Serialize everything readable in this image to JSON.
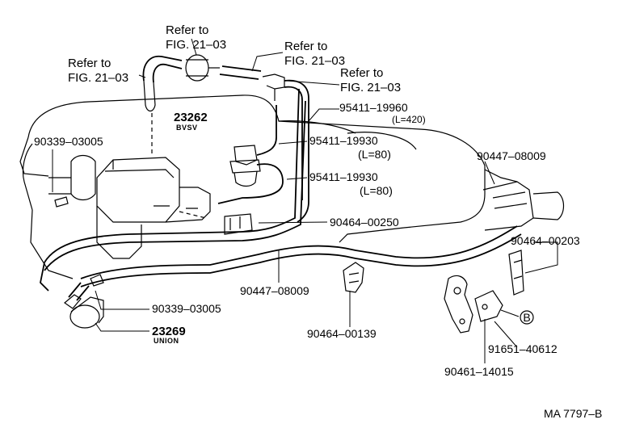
{
  "labels": {
    "ref_left_1": "Refer to",
    "ref_left_2": "FIG. 21–03",
    "ref_top_1": "Refer to",
    "ref_top_2": "FIG. 21–03",
    "ref_mid_1": "Refer to",
    "ref_mid_2": "FIG. 21–03",
    "ref_right_1": "Refer to",
    "ref_right_2": "FIG. 21–03",
    "part_23262": "23262",
    "bvsv": "BVSV",
    "part_95411_19960": "95411–19960",
    "len_420": "(L=420)",
    "part_95411_19930_a": "95411–19930",
    "len_80_a": "(L=80)",
    "part_95411_19930_b": "95411–19930",
    "len_80_b": "(L=80)",
    "part_90339_03005_top": "90339–03005",
    "part_90447_08009_right": "90447–08009",
    "part_90464_00250": "90464–00250",
    "part_90464_00203": "90464–00203",
    "part_90447_08009_bottom": "90447–08009",
    "part_90339_03005_bottom": "90339–03005",
    "part_23269": "23269",
    "union": "UNION",
    "part_90464_00139": "90464–00139",
    "part_91651_40612": "91651–40612",
    "part_90461_14015": "90461–14015",
    "bolt_mark": "B",
    "drawing_code": "MA 7797–B"
  }
}
